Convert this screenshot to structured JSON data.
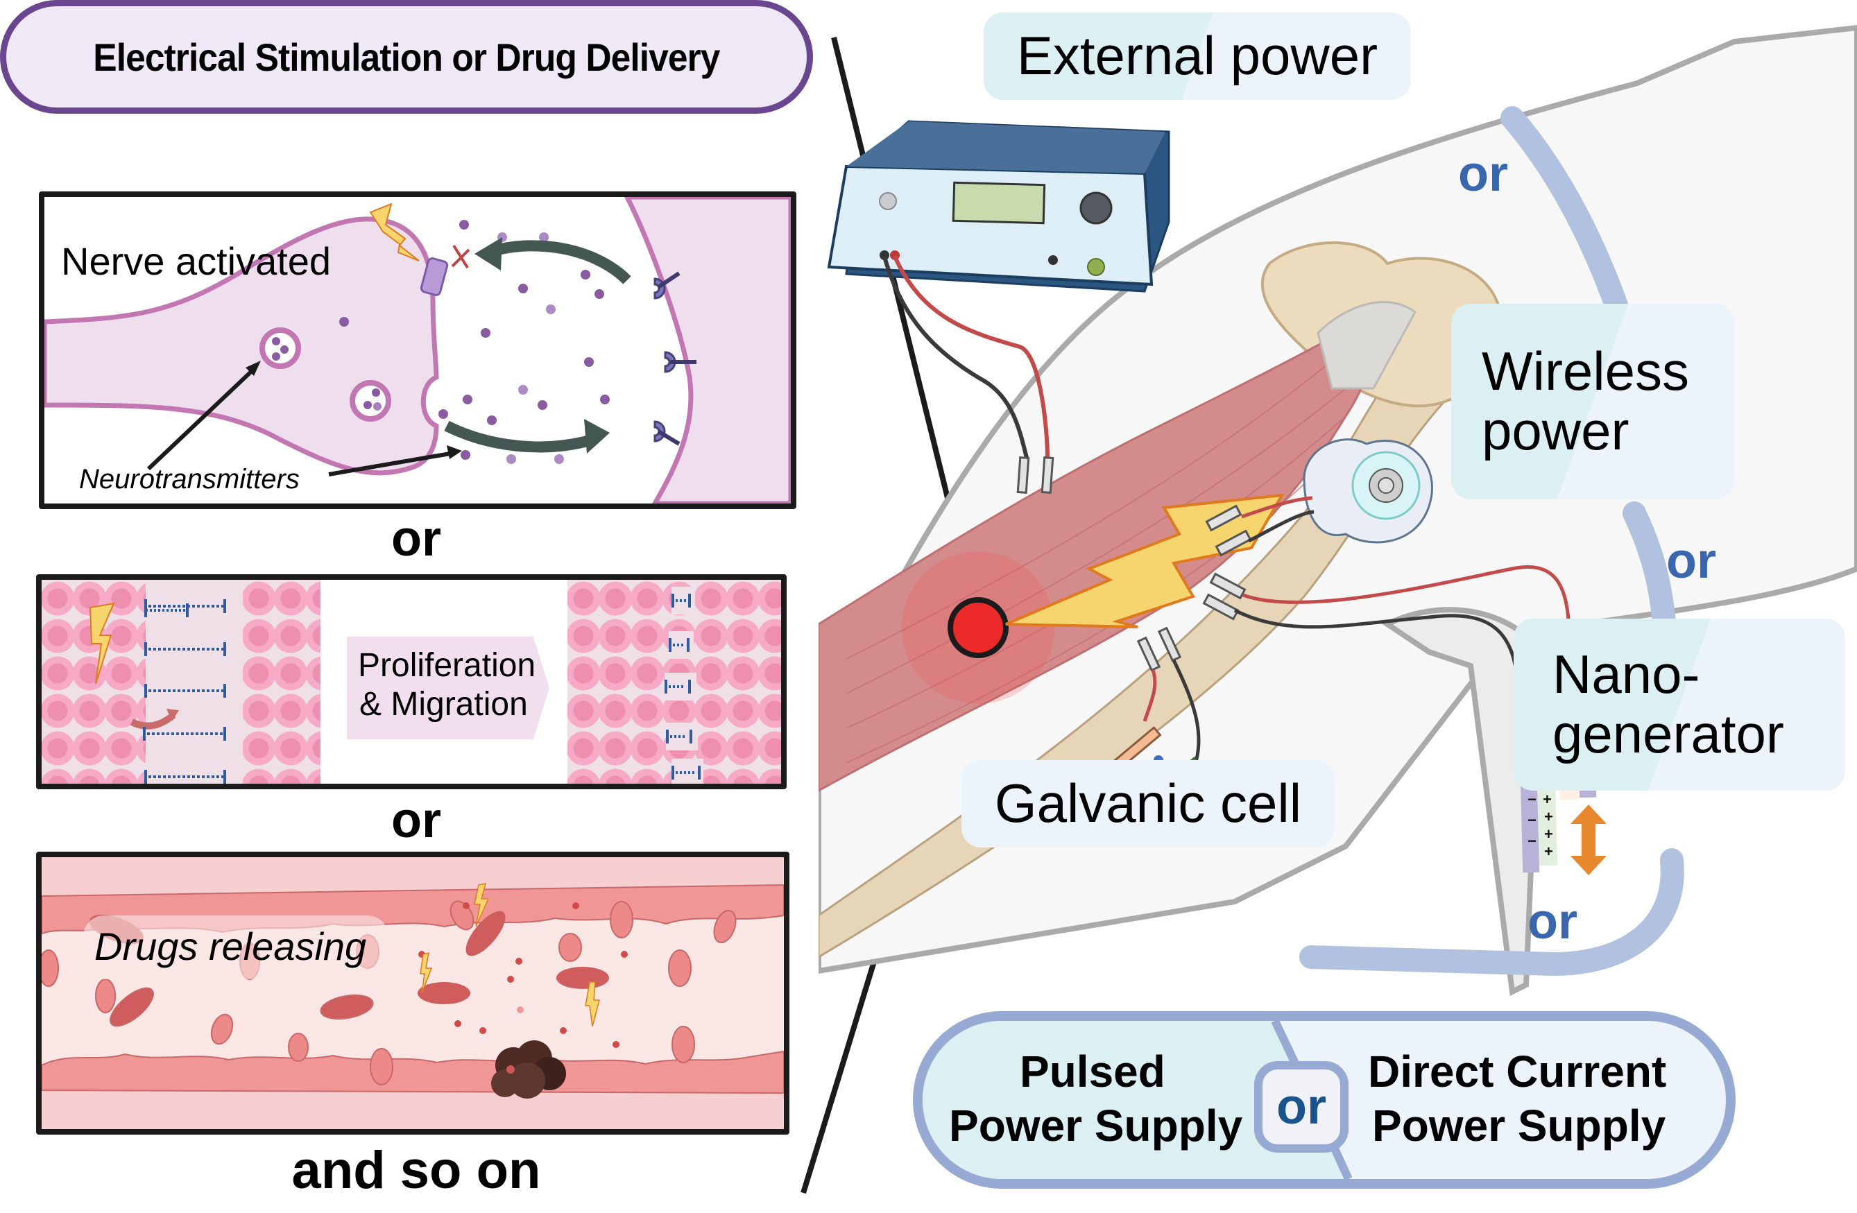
{
  "left": {
    "title": "Electrical Stimulation or Drug Delivery",
    "panels": [
      {
        "id": "nerve",
        "label": "Nerve activated",
        "annotation": "Neurotransmitters"
      },
      {
        "id": "wound",
        "label_line1": "Proliferation",
        "label_line2": "& Migration"
      },
      {
        "id": "vessel",
        "label": "Drugs releasing"
      }
    ],
    "separators": [
      "or",
      "or"
    ],
    "footer": "and so on"
  },
  "right": {
    "sources": [
      {
        "id": "external",
        "label": "External power"
      },
      {
        "id": "wireless",
        "label_line1": "Wireless",
        "label_line2": "power"
      },
      {
        "id": "nanogenerator",
        "label_line1": "Nano-",
        "label_line2": "generator"
      },
      {
        "id": "galvanic",
        "label": "Galvanic cell"
      }
    ],
    "or_connectors": [
      "or",
      "or",
      "or"
    ],
    "supply_pill": {
      "left_line1": "Pulsed",
      "left_line2": "Power Supply",
      "center": "or",
      "right_line1": "Direct Current",
      "right_line2": "Power Supply"
    },
    "nanogenerator_charges": {
      "negative": "−",
      "positive": "+"
    }
  },
  "colors": {
    "purple_border": "#6b4690",
    "purple_fill": "#efe8f7",
    "or_blue": "#3a66ad",
    "pill_border": "#96aad3",
    "muscle": "#d48b8b",
    "bolt_fill": "#f6d56e",
    "bolt_stroke": "#e07a1f",
    "arrow_orange": "#e6882b"
  }
}
